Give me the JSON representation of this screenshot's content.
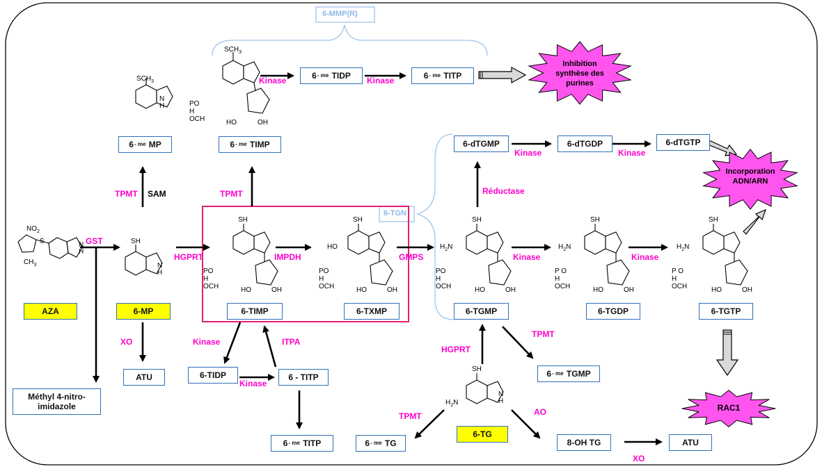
{
  "compounds": {
    "aza": "AZA",
    "six_mp": "6-MP",
    "six_me_mp": "MP",
    "six_me_timp": "TIMP",
    "six_me_tidp": "TIDP",
    "six_me_titp": "TITP",
    "six_timp": "6-TIMP",
    "six_txmp": "6-TXMP",
    "six_tidp": "6-TIDP",
    "six_titp": "6 - TITP",
    "six_me_titp_low": "TITP",
    "atu_left": "ATU",
    "methyl_nitro": "Méthyl 4-nitro-\nimidazole",
    "six_dtgmp": "6-dTGMP",
    "six_dtgdp": "6-dTGDP",
    "six_dtgtp": "6-dTGTP",
    "six_tgmp": "6-TGMP",
    "six_tgdp": "6-TGDP",
    "six_tgtp": "6-TGTP",
    "six_me_tgmp": "TGMP",
    "six_tg": "6-TG",
    "six_me_tg": "TG",
    "eight_oh_tg": "8-OH TG",
    "atu_right": "ATU",
    "prefix": "6",
    "me_sup": "- me"
  },
  "enzymes": {
    "kinase": "Kinase",
    "tpmt": "TPMT",
    "sam": "SAM",
    "gst": "GST",
    "hgprt": "HGPRT",
    "impdh": "IMPDH",
    "gmps": "GMPS",
    "xo": "XO",
    "itpa": "ITPA",
    "reductase": "Réductase",
    "ao": "AO"
  },
  "groups": {
    "mmp": "6-MMP(R)",
    "tgn": "6-TGN"
  },
  "effects": {
    "inhibition": "Inhibition\nsynthèse des\npurines",
    "incorporation": "Incorporation\nADN/ARN",
    "rac1": "RAC1"
  },
  "structure_labels": {
    "n": "N",
    "nh": "N\nH",
    "sh": "SH",
    "sch3": "SCH",
    "three": "3",
    "no2": "NO",
    "two": "2",
    "ch3": "CH",
    "s": "S",
    "ho": "HO",
    "oh": "OH",
    "h2n": "H",
    "ribose_mono": "PO H OCH",
    "ribose_di": "P O H OCH",
    "ribose_tri": "P O H OCH"
  },
  "colors": {
    "box_border": "#2e6fb8",
    "highlight_fill": "#ffff00",
    "enzyme_text": "#ff00cc",
    "group_bracket": "#9ec4ea",
    "star_fill": "#ff55ee",
    "timp_box": "#e0206f"
  }
}
